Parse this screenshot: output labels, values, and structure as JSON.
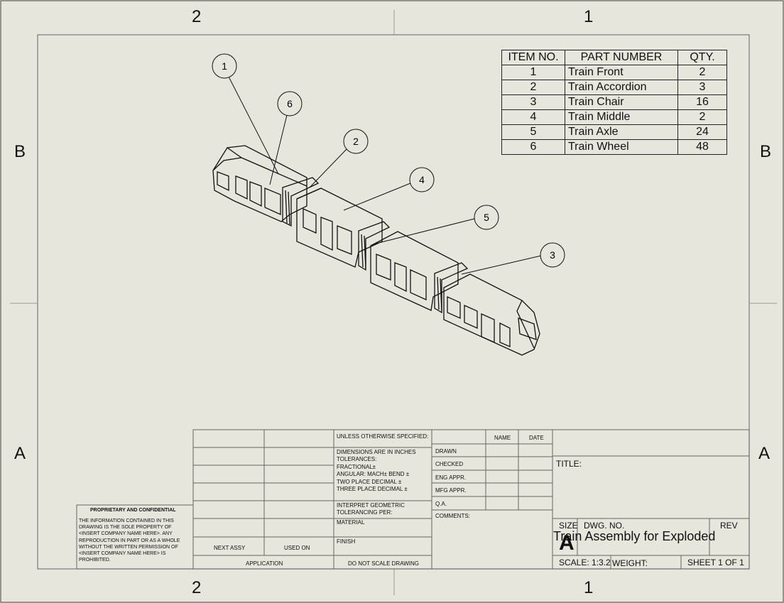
{
  "zones": {
    "top_left": "2",
    "top_right": "1",
    "bottom_left": "2",
    "bottom_right": "1",
    "row_b": "B",
    "row_a": "A"
  },
  "balloons": [
    "1",
    "6",
    "2",
    "4",
    "5",
    "3"
  ],
  "bom": {
    "headers": [
      "ITEM NO.",
      "PART NUMBER",
      "QTY."
    ],
    "rows": [
      [
        "1",
        "Train Front",
        "2"
      ],
      [
        "2",
        "Train Accordion",
        "3"
      ],
      [
        "3",
        "Train Chair",
        "16"
      ],
      [
        "4",
        "Train Middle",
        "2"
      ],
      [
        "5",
        "Train Axle",
        "24"
      ],
      [
        "6",
        "Train Wheel",
        "48"
      ]
    ]
  },
  "title_block": {
    "unless": "UNLESS OTHERWISE SPECIFIED:",
    "name": "NAME",
    "date": "DATE",
    "dims": "DIMENSIONS ARE IN INCHES",
    "tol": "TOLERANCES:",
    "frac": "FRACTIONAL±",
    "ang": "ANGULAR: MACH±    BEND ±",
    "two": "TWO PLACE DECIMAL    ±",
    "three": "THREE PLACE DECIMAL   ±",
    "drawn": "DRAWN",
    "checked": "CHECKED",
    "eng": "ENG APPR.",
    "mfg": "MFG APPR.",
    "qa": "Q.A.",
    "comments": "COMMENTS:",
    "interp": "INTERPRET GEOMETRIC",
    "tolper": "TOLERANCING PER:",
    "material": "MATERIAL",
    "finish": "FINISH",
    "next_assy": "NEXT ASSY",
    "used_on": "USED ON",
    "application": "APPLICATION",
    "no_scale": "DO NOT SCALE DRAWING",
    "title_label": "TITLE:",
    "size_label": "SIZE",
    "dwg_label": "DWG.  NO.",
    "rev_label": "REV",
    "size_value": "A",
    "dwg_title": "Train Assembly for Exploded",
    "scale": "SCALE: 1:3.2",
    "weight": "WEIGHT:",
    "sheet": "SHEET 1 OF 1",
    "prop_title": "PROPRIETARY AND CONFIDENTIAL",
    "prop_lines": [
      "THE INFORMATION CONTAINED IN THIS",
      "DRAWING IS THE SOLE PROPERTY OF",
      "<INSERT COMPANY NAME HERE>.  ANY",
      "REPRODUCTION IN PART OR AS A WHOLE",
      "WITHOUT THE WRITTEN PERMISSION OF",
      "<INSERT COMPANY NAME HERE> IS",
      "PROHIBITED."
    ]
  }
}
